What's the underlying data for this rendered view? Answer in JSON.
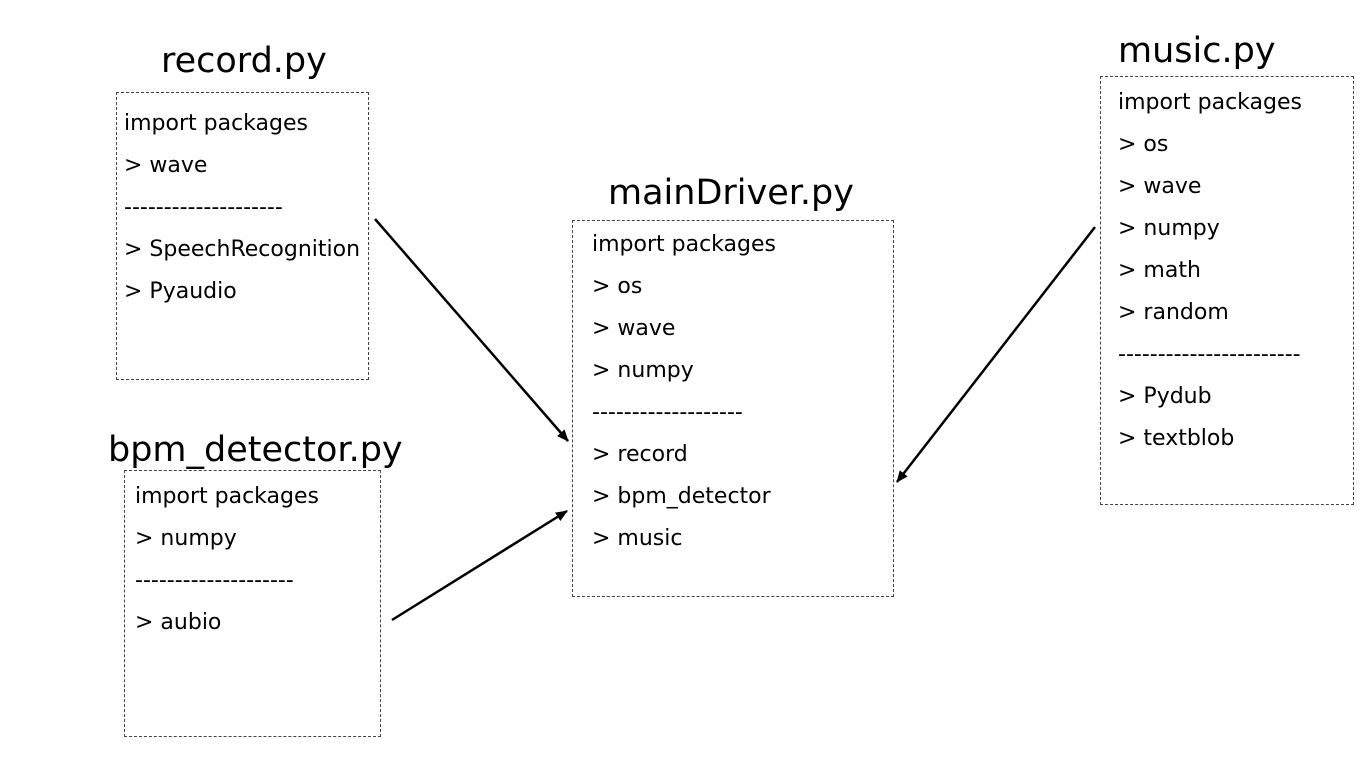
{
  "modules": {
    "record": {
      "title": "record.py",
      "lines": [
        "import packages",
        "> wave",
        "--------------------",
        "> SpeechRecognition",
        "> Pyaudio"
      ]
    },
    "bpm_detector": {
      "title": "bpm_detector.py",
      "lines": [
        "import packages",
        "> numpy",
        "--------------------",
        "> aubio"
      ]
    },
    "mainDriver": {
      "title": "mainDriver.py",
      "lines": [
        "import packages",
        "> os",
        "> wave",
        "> numpy",
        "-------------------",
        "> record",
        "> bpm_detector",
        "> music"
      ]
    },
    "music": {
      "title": "music.py",
      "lines": [
        "import packages",
        "> os",
        "> wave",
        "> numpy",
        "> math",
        "> random",
        "-----------------------",
        "> Pydub",
        "> textblob"
      ]
    }
  },
  "edges": [
    {
      "from": "record",
      "to": "mainDriver"
    },
    {
      "from": "bpm_detector",
      "to": "mainDriver"
    },
    {
      "from": "music",
      "to": "mainDriver"
    }
  ]
}
